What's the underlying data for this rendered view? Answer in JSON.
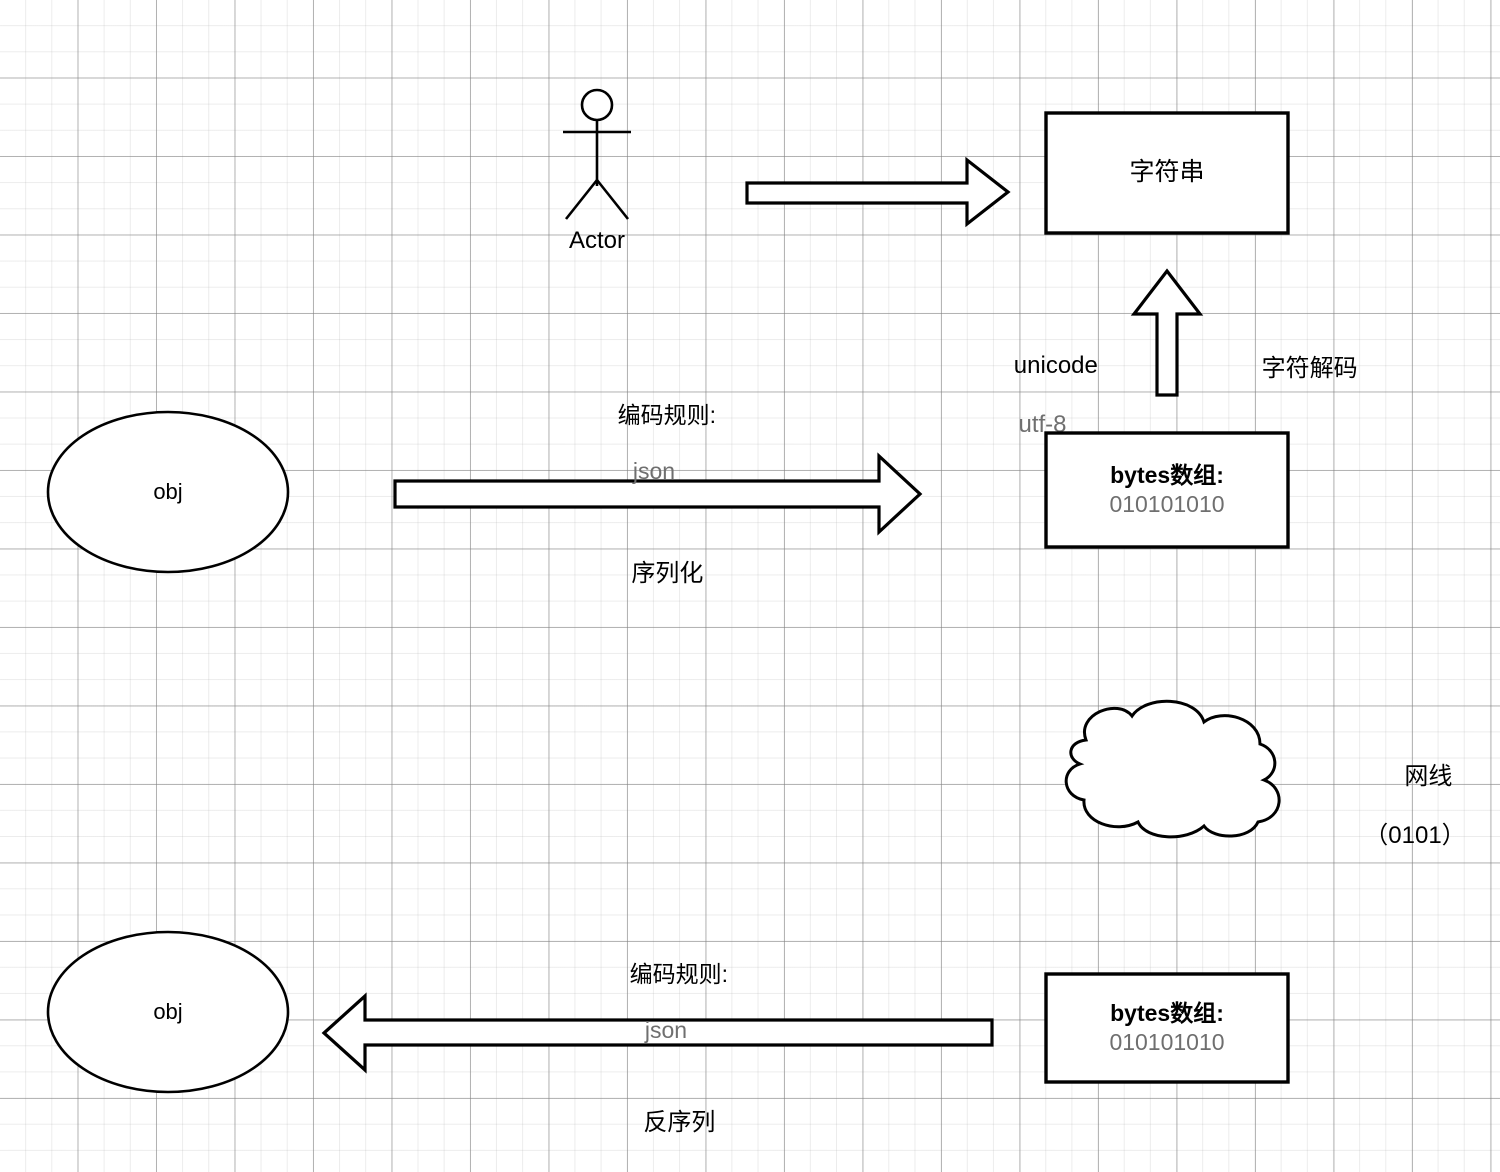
{
  "diagram": {
    "title": "serialization-and-encoding-flow",
    "background": {
      "grid": true,
      "paper_color": "#ffffff",
      "minor_grid_color": "#dcdcdc",
      "major_grid_color": "#999999"
    },
    "stroke_color": "#000000",
    "text_color": "#000000",
    "muted_text_color": "#6f6f6f"
  },
  "nodes": {
    "actor": {
      "label": "Actor",
      "shape": "stick-figure"
    },
    "string_box": {
      "label": "字符串",
      "shape": "rectangle"
    },
    "bytes_box_top": {
      "title": "bytes数组:",
      "value": "010101010",
      "shape": "rectangle"
    },
    "bytes_box_bottom": {
      "title": "bytes数组:",
      "value": "010101010",
      "shape": "rectangle"
    },
    "obj_top": {
      "label": "obj",
      "shape": "ellipse"
    },
    "obj_bottom": {
      "label": "obj",
      "shape": "ellipse"
    },
    "network_cloud": {
      "shape": "cloud",
      "label_line1": "网线",
      "label_line2": "（0101）"
    }
  },
  "edges": {
    "actor_to_string": {
      "shape": "block-arrow-right",
      "label": ""
    },
    "serialize": {
      "shape": "block-arrow-right",
      "label_above_main": "编码规则:",
      "label_above_sub": "json",
      "label_below": "序列化"
    },
    "decode": {
      "shape": "block-arrow-up",
      "label_left_main": "unicode",
      "label_left_sub": "utf-8",
      "label_right": "字符解码"
    },
    "deserialize": {
      "shape": "block-arrow-left",
      "label_above_main": "编码规则:",
      "label_above_sub": "json",
      "label_below": "反序列"
    }
  }
}
